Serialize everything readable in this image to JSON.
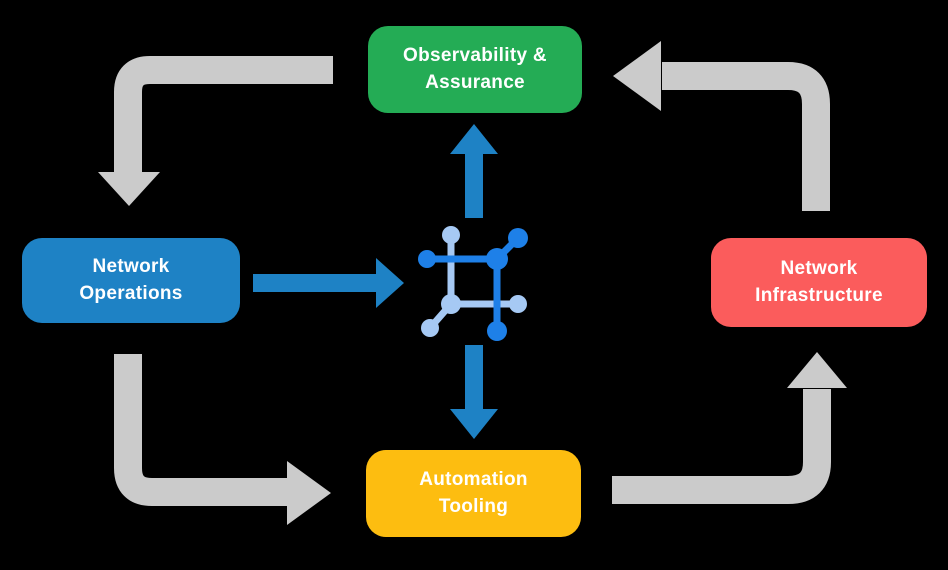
{
  "background": "#000000",
  "colors": {
    "gray_arrow": "#CBCBCB",
    "blue_arrow": "#1E82C5",
    "icon_dark_blue": "#1E80E8",
    "icon_light_blue": "#A6C9F4",
    "green_box": "#24AC55",
    "blue_box": "#1E82C5",
    "red_box": "#FB5C5C",
    "yellow_box": "#FDBD10",
    "text": "#FFFFFF"
  },
  "nodes": {
    "observability": {
      "line1": "Observability &",
      "line2": "Assurance",
      "color": "#24AC55"
    },
    "operations": {
      "line1": "Network",
      "line2": "Operations",
      "color": "#1E82C5"
    },
    "infrastructure": {
      "line1": "Network",
      "line2": "Infrastructure",
      "color": "#FB5C5C"
    },
    "automation": {
      "line1": "Automation",
      "line2": "Tooling",
      "color": "#FDBD10"
    }
  },
  "center_icon": {
    "name": "network-mesh-icon"
  },
  "flow": {
    "outer_cycle": [
      {
        "from": "Observability & Assurance",
        "to": "Network Operations"
      },
      {
        "from": "Network Operations",
        "to": "Automation Tooling"
      },
      {
        "from": "Automation Tooling",
        "to": "Network Infrastructure"
      },
      {
        "from": "Network Infrastructure",
        "to": "Observability & Assurance"
      }
    ],
    "center_links": [
      {
        "from": "Network Operations",
        "to": "network-mesh-icon"
      },
      {
        "from": "network-mesh-icon",
        "to": "Observability & Assurance"
      },
      {
        "from": "network-mesh-icon",
        "to": "Automation Tooling"
      }
    ]
  }
}
